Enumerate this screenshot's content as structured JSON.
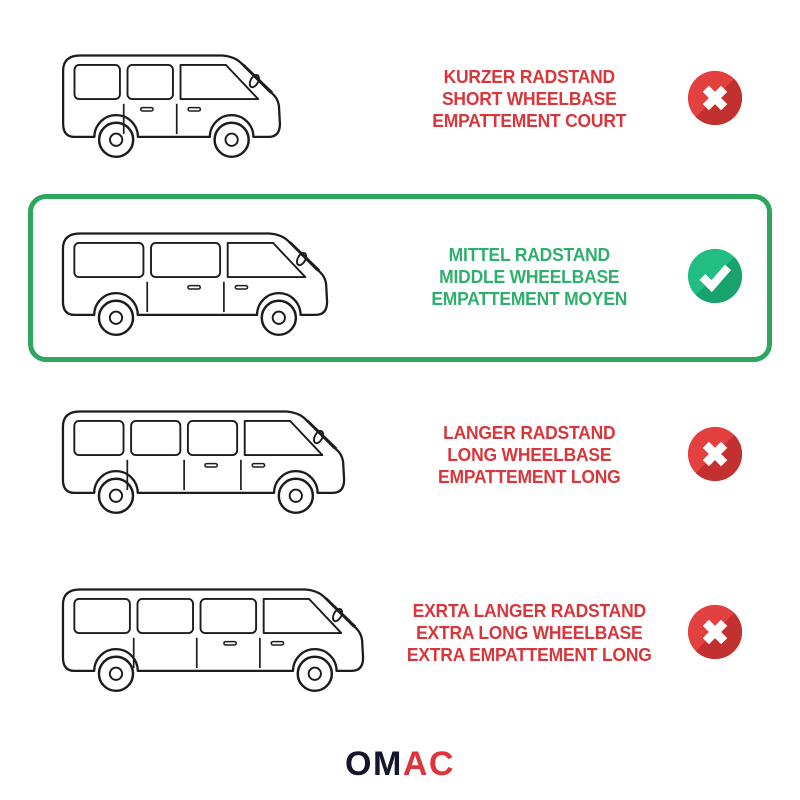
{
  "rows": [
    {
      "id": "short-wheelbase",
      "lines": [
        "KURZER RADSTAND",
        "SHORT WHEELBASE",
        "EMPATTEMENT COURT"
      ],
      "status": "not-compatible",
      "icon": "x",
      "selected": false
    },
    {
      "id": "middle-wheelbase",
      "lines": [
        "MITTEL RADSTAND",
        "MIDDLE WHEELBASE",
        "EMPATTEMENT MOYEN"
      ],
      "status": "compatible",
      "icon": "check",
      "selected": true
    },
    {
      "id": "long-wheelbase",
      "lines": [
        "LANGER RADSTAND",
        "LONG WHEELBASE",
        "EMPATTEMENT LONG"
      ],
      "status": "not-compatible",
      "icon": "x",
      "selected": false
    },
    {
      "id": "extra-long-wheelbase",
      "lines": [
        "EXRTA LANGER RADSTAND",
        "EXTRA LONG WHEELBASE",
        "EXTRA EMPATTEMENT LONG"
      ],
      "status": "not-compatible",
      "icon": "x",
      "selected": false
    }
  ],
  "vans": [
    {
      "name": "van-short-wheelbase-drawing",
      "length": 250,
      "windows": 2
    },
    {
      "name": "van-middle-wheelbase-drawing",
      "length": 300,
      "windows": 2
    },
    {
      "name": "van-long-wheelbase-drawing",
      "length": 318,
      "windows": 3
    },
    {
      "name": "van-extra-long-wheelbase-drawing",
      "length": 338,
      "windows": 3
    }
  ],
  "colors": {
    "red_text": "#D8363A",
    "green_text": "#2FAE6E",
    "green_border": "#2EA660",
    "van_ink": "#1C1C1C",
    "icon_red": "#E34040",
    "icon_red_dark": "#C23030",
    "icon_green": "#22BD82",
    "icon_green_dark": "#18A26C",
    "logo_dark": "#15152B",
    "logo_red": "#DF3439"
  },
  "logo": {
    "prefix": "OM",
    "suffix": "AC"
  }
}
